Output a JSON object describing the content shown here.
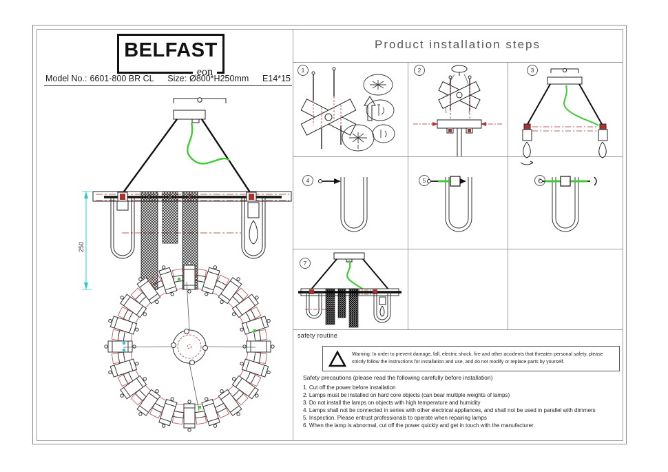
{
  "brand": {
    "name": "BELFAST",
    "tagline": "eon"
  },
  "model": {
    "label": "Model No.:",
    "number": "6601-800 BR CL",
    "size_label": "Size:",
    "size_value": "Ø800*H250mm",
    "lamp_spec": "E14*15"
  },
  "drawing": {
    "height_dim": "250"
  },
  "installation": {
    "title": "Product installation steps",
    "step_numbers": [
      "1",
      "2",
      "3",
      "4",
      "5",
      "6",
      "7"
    ]
  },
  "safety": {
    "routine_label": "safety routine",
    "warning_text": "Warning: In order to prevent damage, fall, electric shock, fire and other accidents that threaten personal safety, please strictly follow the instructions for installation and use, and do not modify or replace parts by yourself.",
    "precautions_title": "Safety precautions (please read the following carefully before installation)",
    "items": [
      "1. Cut off the power before installation",
      "2. Lamps must be installed on hard core objects (can bear multiple weights of lamps)",
      "3. Do not install the lamps on objects with high temperature and humidity",
      "4. Lamps shall not be connected in series with other electrical appliances, and shall not be used in parallel with dimmers",
      "5. Inspection. Please entrust professionals to operate when repairing lamps",
      "6. When the lamp is abnormal, cut off the power quickly and get in touch with the manufacturer"
    ]
  },
  "colors": {
    "wire_green": "#3ecc33",
    "centerline_red": "#c25b5b",
    "accent_red": "#b03030",
    "dimension_cyan": "#2ac8c8",
    "grid_gray": "#9a9a9a"
  }
}
